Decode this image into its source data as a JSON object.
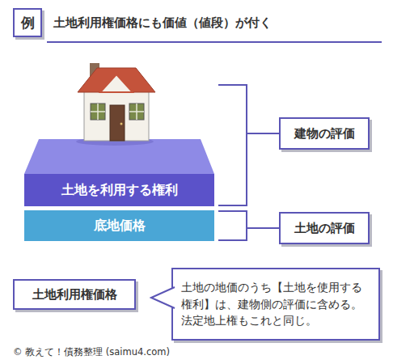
{
  "diagram": {
    "title": "土地利用権価格にも価値（値段）が付く",
    "nodes": [
      {
        "text": [
          "例"
        ]
      },
      {
        "text": [
          "土地を利用する権利"
        ]
      },
      {
        "text": [
          "底地価格"
        ]
      },
      {
        "text": [
          "建物の評価"
        ]
      },
      {
        "text": [
          "土地の評価"
        ]
      },
      {
        "text": [
          "土地利用権価格"
        ]
      },
      {
        "text": [
          "土地の地価のうち【土地を使用する権利】は、建物側の評価に含める。法定地上権もこれと同じ。"
        ]
      }
    ],
    "edges": [
      {
        "from": 1,
        "to": 3,
        "arrow": "none"
      },
      {
        "from": 2,
        "to": 4,
        "arrow": "none"
      }
    ],
    "labels": [
      "© 教えて！債務整理 (saimu4.com)"
    ]
  }
}
